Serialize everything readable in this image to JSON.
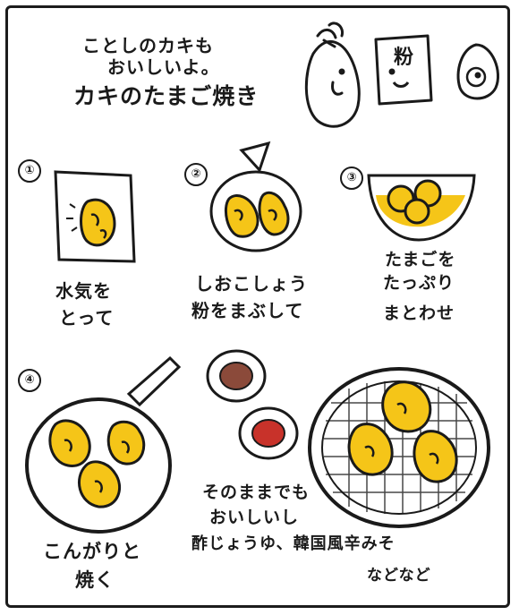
{
  "intro": {
    "line1": "ことしのカキも",
    "line2": "おいしいよ。",
    "title": "カキのたまご焼き",
    "flour_label": "粉"
  },
  "steps": [
    {
      "number": "①",
      "line1": "水気を",
      "line2": "とって"
    },
    {
      "number": "②",
      "line1": "しおこしょう",
      "line2": "粉をまぶして"
    },
    {
      "number": "③",
      "line1": "たまごを",
      "line2": "たっぷり",
      "line3": "まとわせ"
    },
    {
      "number": "④",
      "line1": "こんがりと",
      "line2": "焼く"
    }
  ],
  "serving": {
    "line1": "そのままでも",
    "line2": "おいしいし",
    "line3": "酢じょうゆ、韓国風辛みそ",
    "line4": "などなど"
  },
  "colors": {
    "ink": "#1a1a1a",
    "egg_yellow": "#f5c518",
    "sauce_brown": "#8b4a3a",
    "sauce_red": "#c8322a"
  }
}
